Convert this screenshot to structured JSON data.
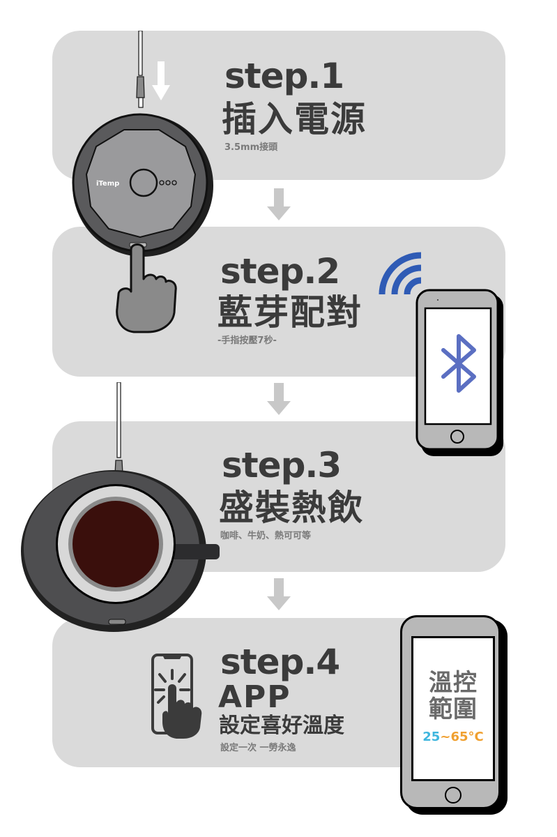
{
  "steps": [
    {
      "title": "step.1",
      "heading": "插入電源",
      "sub": "3.5mm接頭"
    },
    {
      "title": "step.2",
      "heading": "藍芽配對",
      "sub": "-手指按壓7秒-"
    },
    {
      "title": "step.3",
      "heading": "盛裝熱飲",
      "sub": "咖啡、牛奶、熱可可等"
    },
    {
      "title": "step.4",
      "heading": "APP",
      "heading2": "設定喜好溫度",
      "sub": "設定一次 一勞永逸"
    }
  ],
  "device": {
    "brand_label": "iTemp"
  },
  "phone_step4": {
    "screen_line1": "溫控",
    "screen_line2": "範圍",
    "temp_low": "25",
    "temp_sep": "~",
    "temp_high": "65°C",
    "temp_low_color": "#3fb6de",
    "temp_high_color": "#f0a030"
  },
  "colors": {
    "panel": "#dadada",
    "text_dark": "#3b3b3b",
    "text_sub": "#7a7a7a",
    "bluetooth": "#5b6fc2",
    "wifi": "#2f5bb5",
    "coffee": "#3a0f0c"
  },
  "icons": {
    "down_arrow": "down-arrow-icon",
    "wifi": "wifi-signal-icon",
    "bluetooth": "bluetooth-icon",
    "hand": "pointing-hand-icon",
    "touch_phone": "phone-touch-icon"
  }
}
